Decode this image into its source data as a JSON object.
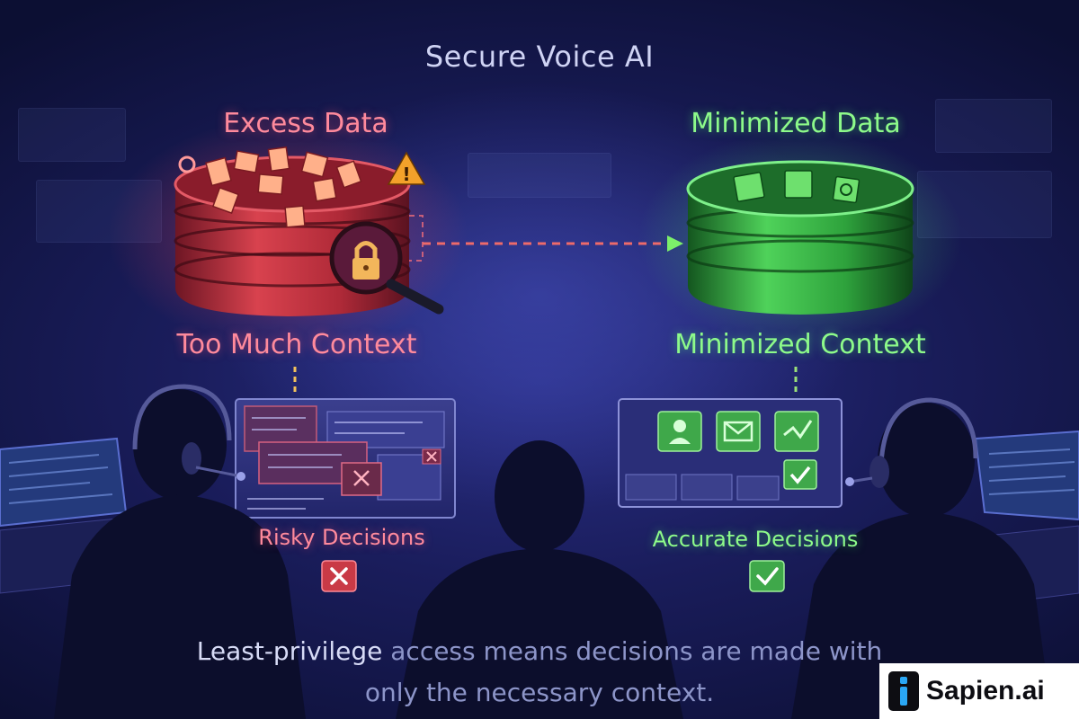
{
  "title": "Secure Voice AI",
  "left": {
    "heading": "Excess Data",
    "context": "Too Much Context",
    "decision": "Risky Decisions",
    "decision_icon": "x-icon",
    "color": "#ff8a9c"
  },
  "right": {
    "heading": "Minimized Data",
    "context": "Minimized Context",
    "decision": "Accurate Decisions",
    "decision_icon": "check-icon",
    "color": "#8dfa8a"
  },
  "footer": {
    "highlight": "Least-privilege",
    "rest_line1": " access means decisions are made with",
    "line2": "only the necessary context."
  },
  "brand": {
    "name": "Sapien.ai"
  }
}
